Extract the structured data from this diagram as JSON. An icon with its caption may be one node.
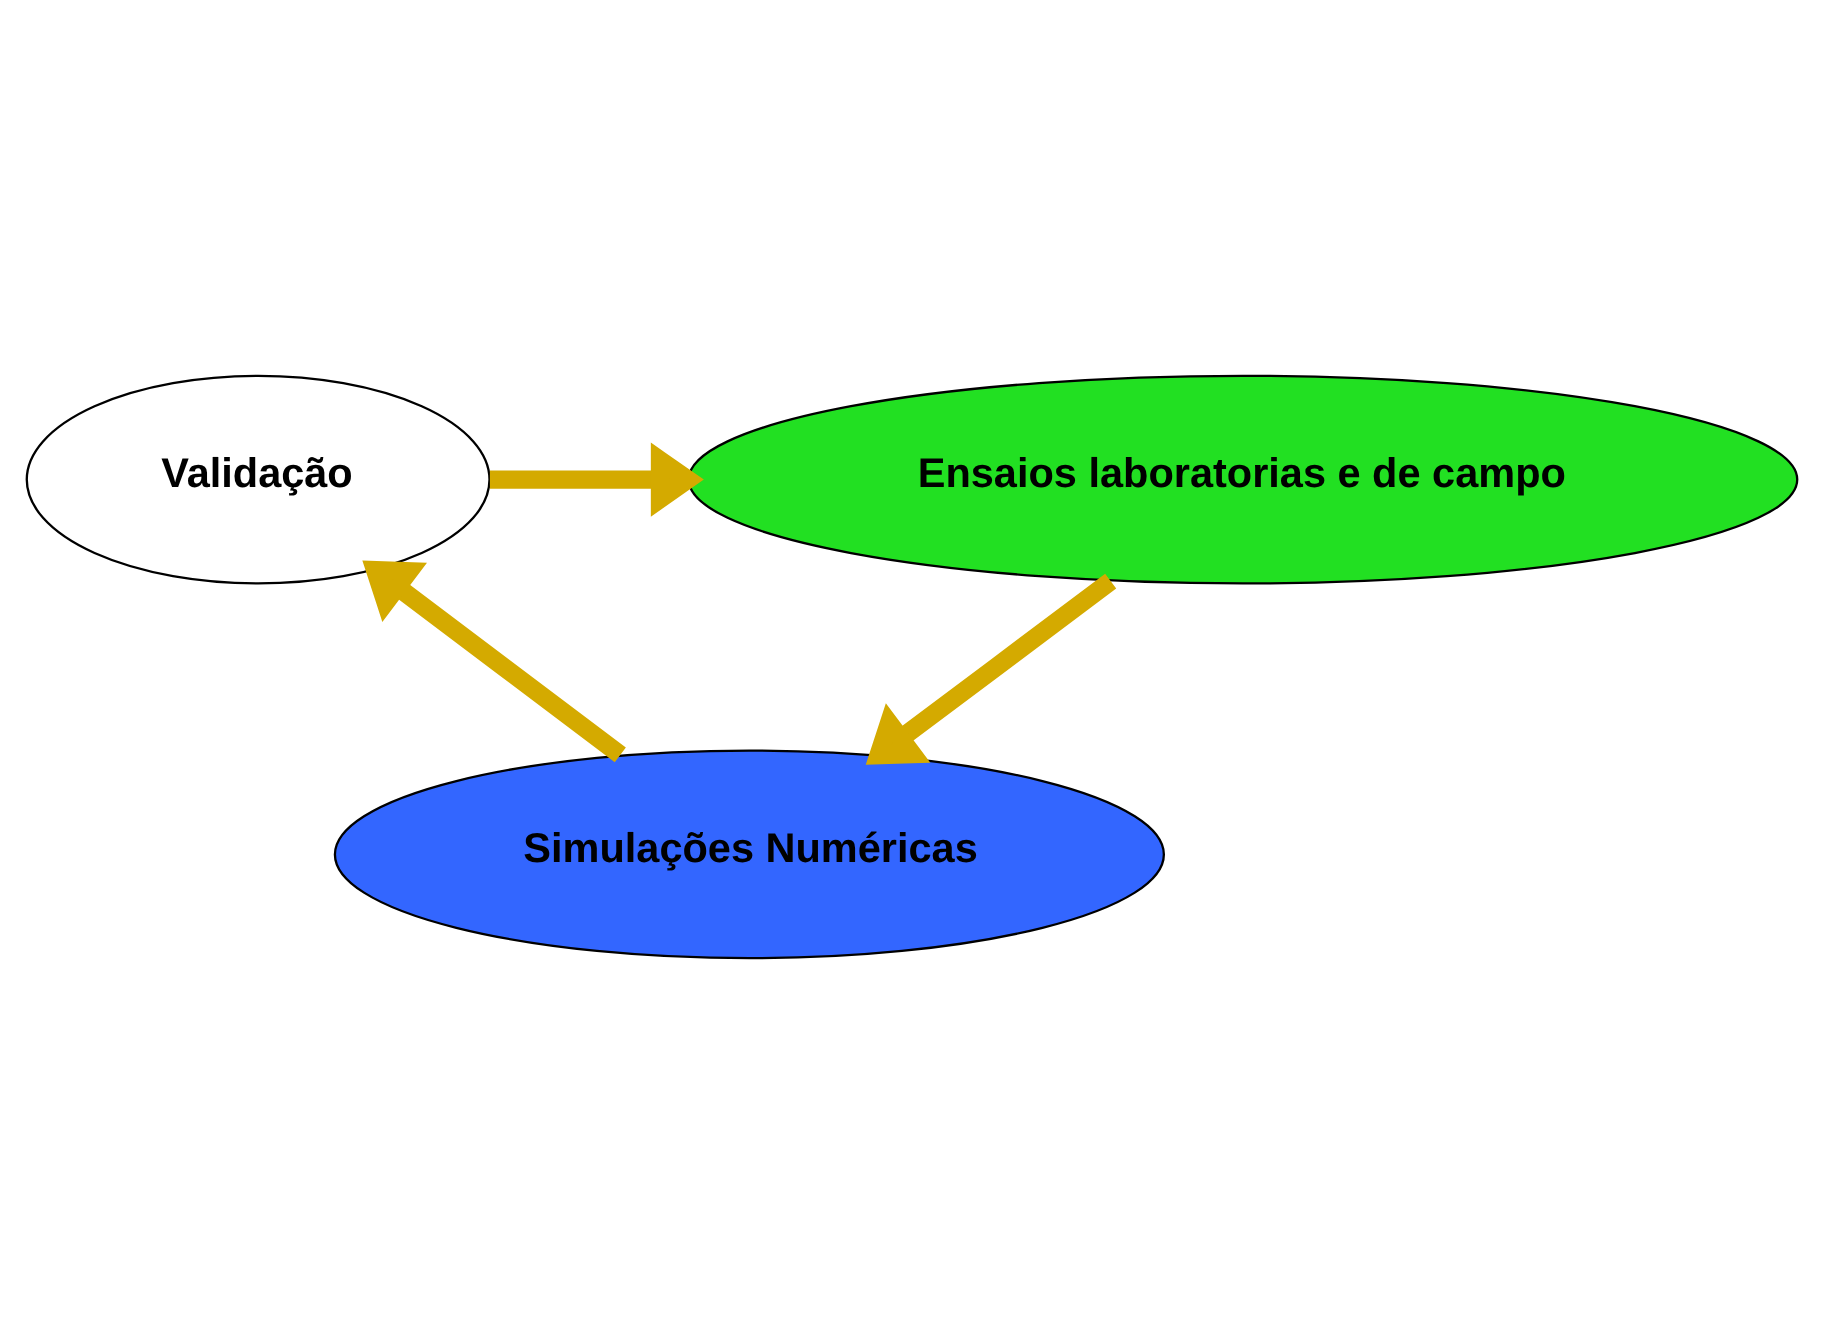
{
  "diagram": {
    "nodes": [
      {
        "text": [
          "Ensaios laboratorias e de campo"
        ]
      },
      {
        "text": [
          "Validação"
        ]
      },
      {
        "text": [
          "Simulações Numéricas"
        ]
      }
    ],
    "edges": [
      {
        "from": 1,
        "to": 0,
        "arrow": "to"
      },
      {
        "from": 0,
        "to": 2,
        "arrow": "to"
      },
      {
        "from": 2,
        "to": 1,
        "arrow": "to"
      }
    ]
  }
}
